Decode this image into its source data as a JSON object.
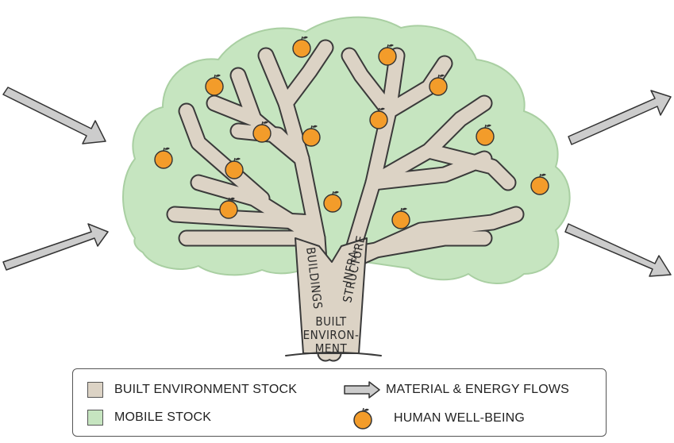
{
  "diagram": {
    "trunk_labels": {
      "left_branch": "BUILDINGS",
      "right_branch_line1": "INFRA-",
      "right_branch_line2": "STRUCTURE",
      "trunk_line1": "BUILT",
      "trunk_line2": "ENVIRON-",
      "trunk_line3": "MENT"
    }
  },
  "legend": {
    "built_environment_stock": "BUILT ENVIRONMENT STOCK",
    "mobile_stock": "MOBILE STOCK",
    "material_energy_flows": "MATERIAL & ENERGY FLOWS",
    "human_well_being": "HUMAN WELL-BEING"
  },
  "colors": {
    "built_environment": "#dcd3c5",
    "mobile_stock": "#c6e5c0",
    "flow_arrow": "#cccccc",
    "fruit": "#f39c2a",
    "outline": "#3a3a3a"
  }
}
